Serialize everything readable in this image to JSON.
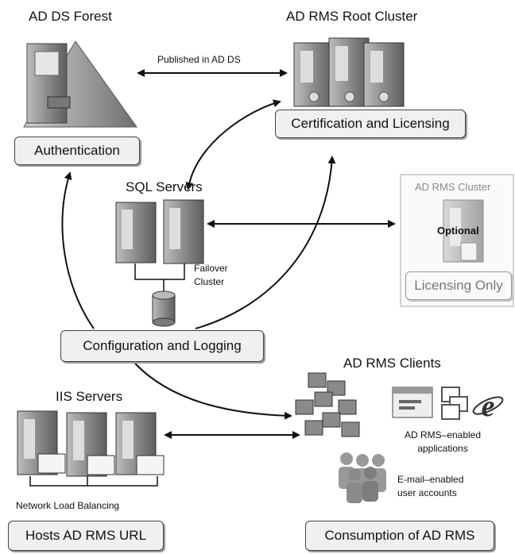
{
  "forest": {
    "title": "AD DS Forest",
    "box": "Authentication"
  },
  "root_cluster": {
    "title": "AD RMS Root Cluster",
    "box": "Certification and Licensing"
  },
  "link_published": "Published in AD DS",
  "sql": {
    "title": "SQL Servers",
    "failover": "Failover\nCluster"
  },
  "licensing_cluster": {
    "title": "AD RMS Cluster",
    "optional": "Optional",
    "box": "Licensing Only"
  },
  "config_box": "Configuration and Logging",
  "iis": {
    "title": "IIS Servers",
    "nlb": "Network Load Balancing",
    "box": "Hosts AD RMS URL"
  },
  "clients": {
    "title": "AD RMS Clients",
    "apps_label": "AD RMS–enabled\napplications",
    "users_label": "E-mail–enabled\nuser accounts",
    "box": "Consumption of AD RMS"
  }
}
